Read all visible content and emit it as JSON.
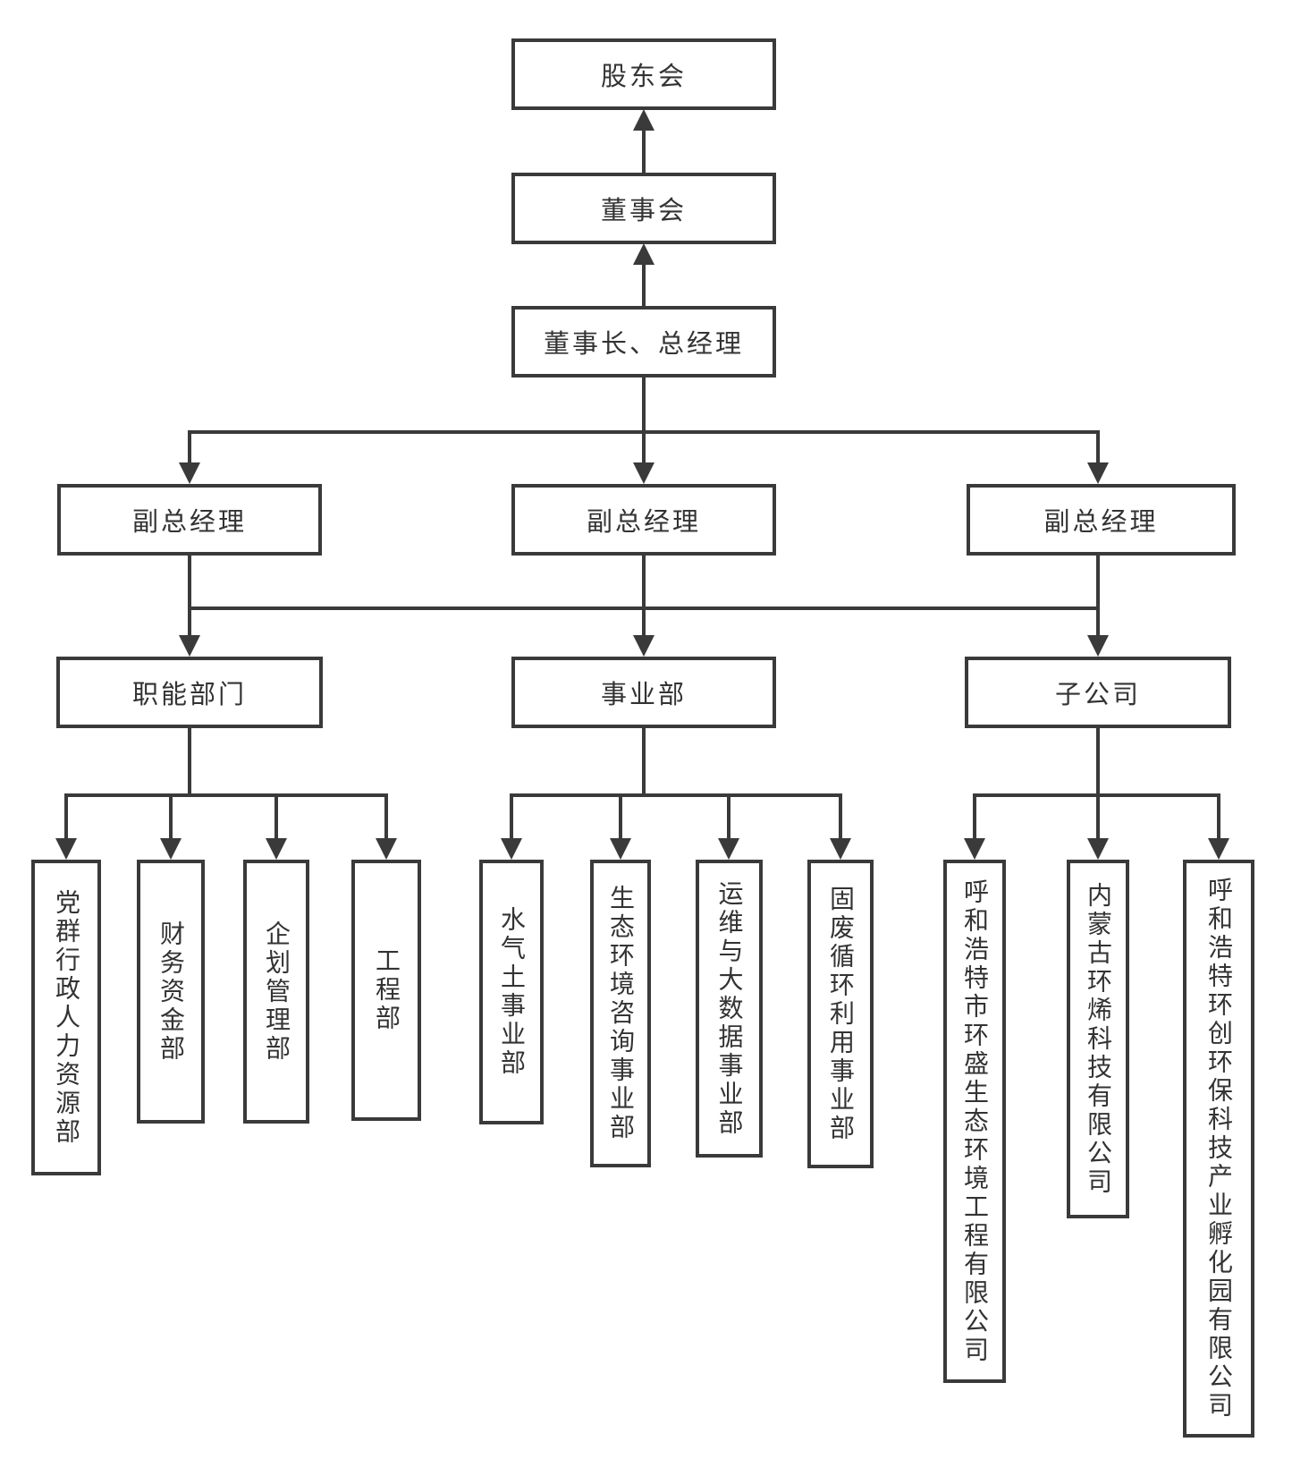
{
  "org_chart": {
    "nodes": {
      "shareholders": "股东会",
      "board": "董事会",
      "chairman_gm": "董事长、总经理",
      "deputy_gm": "副总经理",
      "functional_depts": "职能部门",
      "business_divisions": "事业部",
      "subsidiaries": "子公司"
    },
    "functional_departments": [
      "党群行政人力资源部",
      "财务资金部",
      "企划管理部",
      "工程部"
    ],
    "business_division_list": [
      "水气土事业部",
      "生态环境咨询事业部",
      "运维与大数据事业部",
      "固废循环利用事业部"
    ],
    "subsidiary_companies": [
      "呼和浩特市环盛生态环境工程有限公司",
      "内蒙古环烯科技有限公司",
      "呼和浩特环创环保科技产业孵化园有限公司"
    ],
    "colors": {
      "line": "#3a3a3a",
      "text": "#333333",
      "background": "#ffffff"
    }
  }
}
